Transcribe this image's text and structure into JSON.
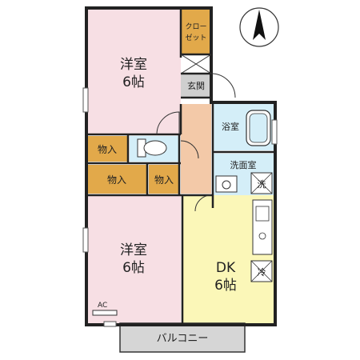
{
  "rooms": {
    "western_top": {
      "name": "洋室",
      "size": "6帖"
    },
    "western_bottom": {
      "name": "洋室",
      "size": "6帖"
    },
    "dk": {
      "name": "DK",
      "size": "6帖"
    },
    "closet": {
      "line1": "クロー",
      "line2": "ゼット"
    },
    "genkan": "玄関",
    "bath": "浴室",
    "washroom": "洗面室",
    "storage1": "物入",
    "storage2": "物入",
    "storage3": "物入",
    "balcony": "バルコニー"
  },
  "labels": {
    "ac": "AC",
    "washer": "洗",
    "fridge": "冷"
  },
  "colors": {
    "western": "#f7dfe4",
    "storage": "#e2a94a",
    "hall": "#f3c9a8",
    "dk": "#fbf7b8",
    "wet": "#d4eef8",
    "genkan": "#cfcfcf",
    "balcony": "#d6d6d6",
    "wall": "#222222"
  },
  "icons": [
    "north-arrow-icon",
    "toilet-icon",
    "bathtub-icon",
    "sink-icon",
    "washer-icon",
    "fridge-icon",
    "stove-icon"
  ]
}
